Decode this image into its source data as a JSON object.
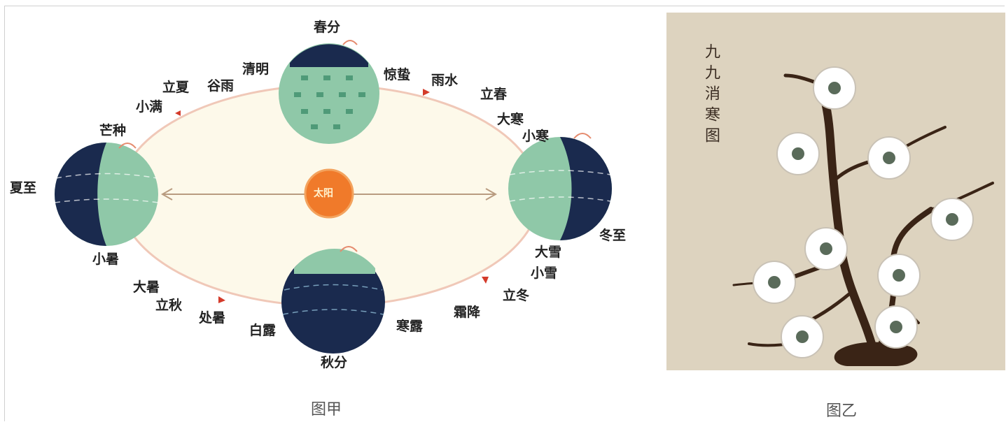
{
  "figure_left": {
    "caption": "图甲",
    "sun_label": "太阳",
    "solar_terms": {
      "chunfen": "春分",
      "qingming": "清明",
      "guyu": "谷雨",
      "lixia": "立夏",
      "xiaoman": "小满",
      "mangzhong": "芒种",
      "xiazhi": "夏至",
      "xiaoshu": "小暑",
      "dashu": "大暑",
      "liqiu": "立秋",
      "chushu": "处暑",
      "bailu": "白露",
      "qiufen": "秋分",
      "hanlu": "寒露",
      "shuangjiang": "霜降",
      "lidong": "立冬",
      "xiaoxue": "小雪",
      "daxue": "大雪",
      "dongzhi": "冬至",
      "xiaohan": "小寒",
      "dahan": "大寒",
      "lichun": "立春",
      "yushui": "雨水",
      "jingzhe": "惊蛰"
    }
  },
  "figure_right": {
    "caption": "图乙",
    "title_text": "九九消寒图"
  }
}
